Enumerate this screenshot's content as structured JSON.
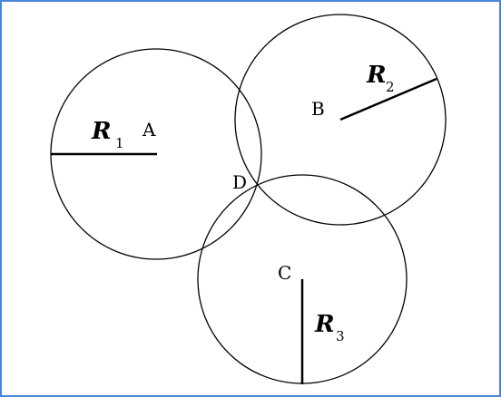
{
  "diagram": {
    "points": {
      "A": "A",
      "B": "B",
      "C": "C",
      "D": "D"
    },
    "radii": [
      {
        "symbol": "R",
        "subscript": "1"
      },
      {
        "symbol": "R",
        "subscript": "2"
      },
      {
        "symbol": "R",
        "subscript": "3"
      }
    ],
    "colors": {
      "stroke": "#000000",
      "frame": "#4a86d8",
      "background": "#ffffff"
    }
  }
}
